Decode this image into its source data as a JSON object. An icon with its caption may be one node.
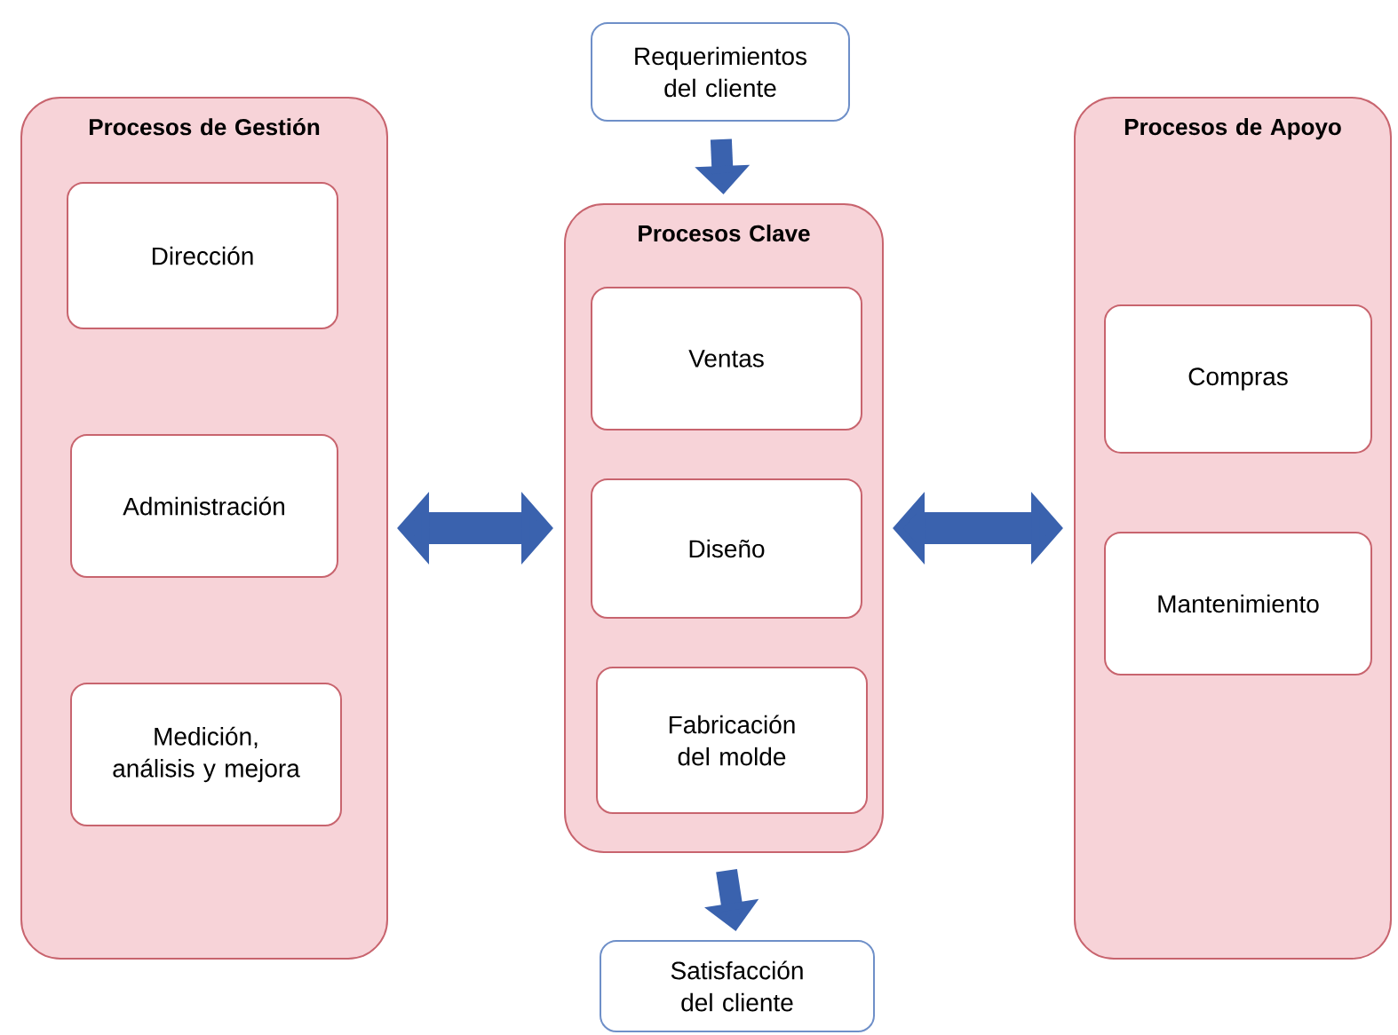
{
  "diagram": {
    "nodes": [
      {
        "text": [
          "Procesos de Gestión"
        ]
      },
      {
        "text": [
          "Dirección"
        ],
        "in": 0
      },
      {
        "text": [
          "Administración"
        ],
        "in": 0
      },
      {
        "text": [
          "Medición, análisis y mejora"
        ],
        "in": 0
      },
      {
        "text": [
          "Requerimientos del cliente"
        ]
      },
      {
        "text": [
          "Procesos Clave"
        ]
      },
      {
        "text": [
          "Ventas"
        ],
        "in": 5
      },
      {
        "text": [
          "Diseño"
        ],
        "in": 5
      },
      {
        "text": [
          "Fabricación del molde"
        ],
        "in": 5
      },
      {
        "text": [
          "Satisfacción del cliente"
        ]
      },
      {
        "text": [
          "Procesos de Apoyo"
        ]
      },
      {
        "text": [
          "Compras"
        ],
        "in": 10
      },
      {
        "text": [
          "Mantenimiento"
        ],
        "in": 10
      }
    ],
    "edges": [
      {
        "from": 0,
        "to": 5,
        "arrow": "both"
      },
      {
        "from": 5,
        "to": 10,
        "arrow": "both"
      },
      {
        "from": 4,
        "to": 5,
        "arrow": "to"
      },
      {
        "from": 5,
        "to": 9,
        "arrow": "to"
      }
    ]
  }
}
